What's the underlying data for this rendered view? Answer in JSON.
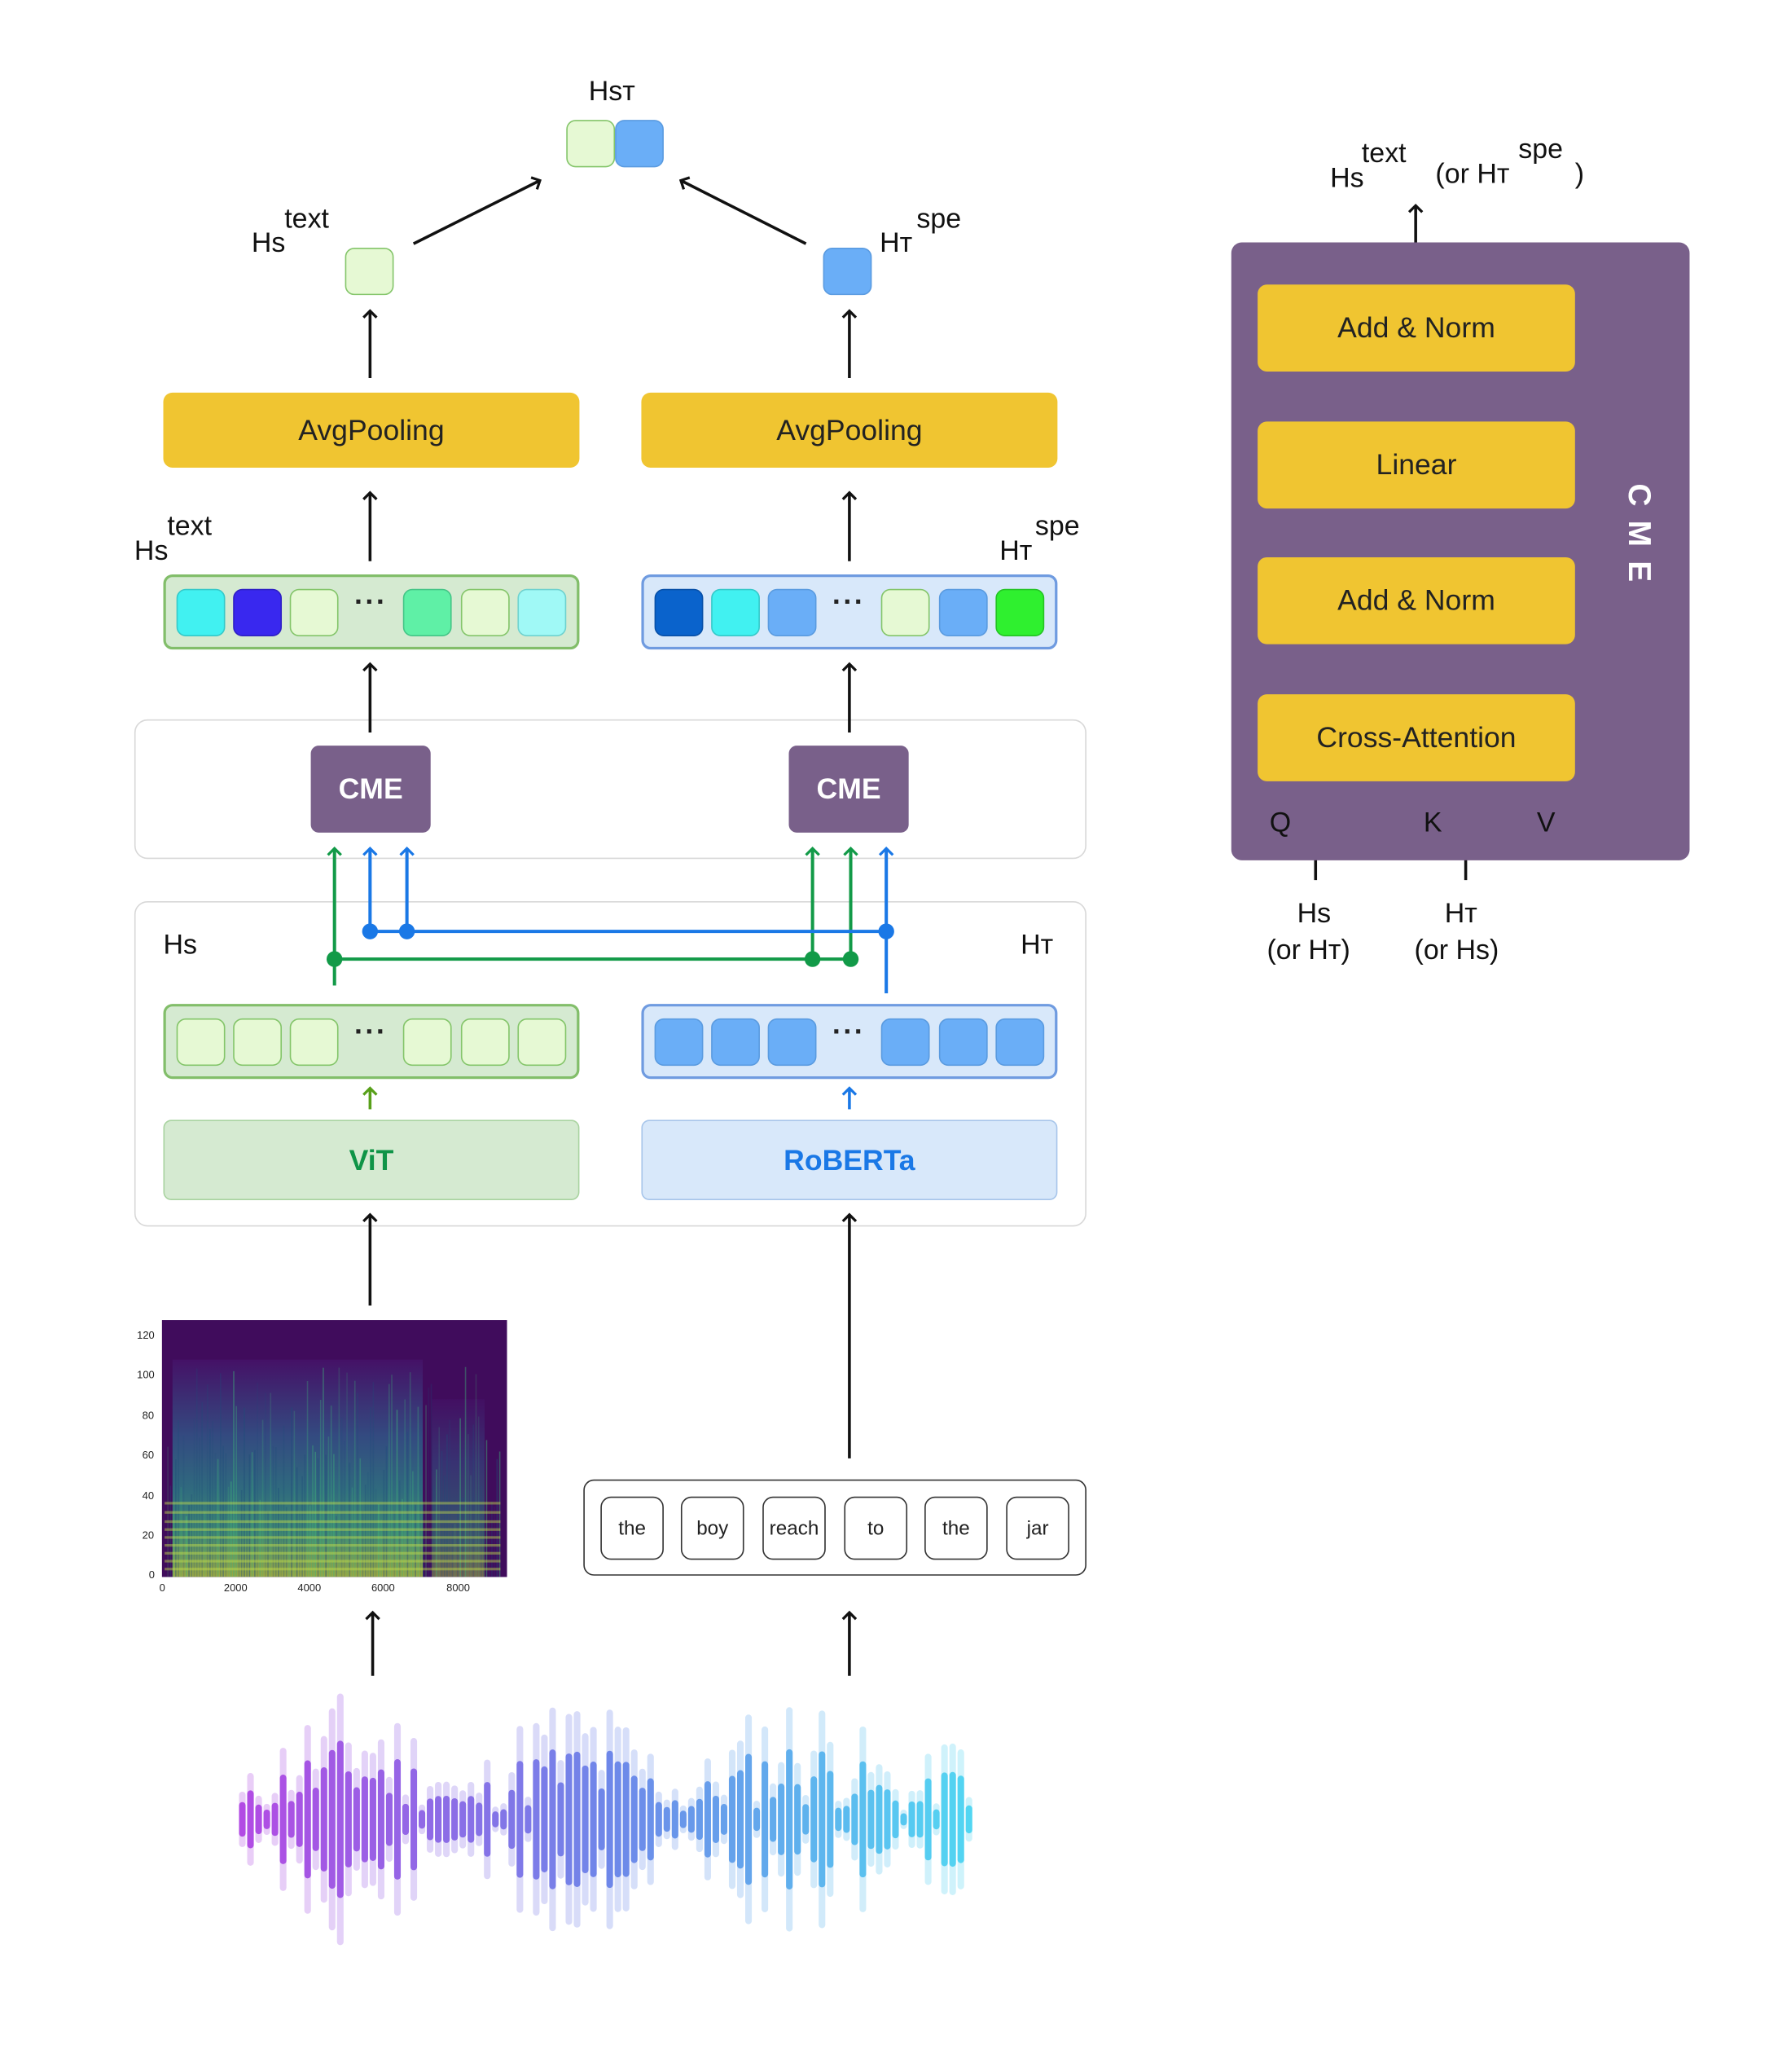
{
  "top": {
    "label_hst": "Hsт",
    "left_label_main": "Hs",
    "left_label_sup": "text",
    "right_label_main": "Hт",
    "right_label_sup": "spe"
  },
  "pooling": {
    "left": "AvgPooling",
    "right": "AvgPooling"
  },
  "seq_labels": {
    "left_main": "Hs",
    "left_sup": "text",
    "right_main": "Hт",
    "right_sup": "spe"
  },
  "cme_blocks": {
    "left": "CME",
    "right": "CME"
  },
  "encoder_frame": {
    "left_label": "Hs",
    "right_label": "Hт"
  },
  "encoders": {
    "vit": "ViT",
    "roberta": "RoBERTa"
  },
  "dots": "···",
  "tokens": [
    "the",
    "boy",
    "reach",
    "to",
    "the",
    "jar"
  ],
  "spectrogram": {
    "y_ticks": [
      "120",
      "100",
      "80",
      "60",
      "40",
      "20",
      "0"
    ],
    "x_ticks": [
      "0",
      "2000",
      "4000",
      "6000",
      "8000"
    ]
  },
  "cme_detail": {
    "output_main_1": "Hs",
    "output_sup_1": "text",
    "output_mid": "(or Hт",
    "output_sup_2": "spe",
    "output_close": ")",
    "layers": [
      "Add & Norm",
      "Linear",
      "Add & Norm",
      "Cross-Attention"
    ],
    "side_title": "C M E",
    "q": "Q",
    "k": "K",
    "v": "V",
    "input_q_1": "Hs",
    "input_q_2": "(or Hт)",
    "input_kv_1": "Hт",
    "input_kv_2": "(or Hs)"
  },
  "colors": {
    "pool_yellow": "#f0c531",
    "cme_purple": "#79608a",
    "green_line": "#129a48",
    "blue_line": "#1a78e6",
    "vit_text": "#0f9447",
    "roberta_text": "#1a78e6",
    "light_green_token": "#e6f9d4",
    "light_blue_token": "#6aaef7"
  }
}
